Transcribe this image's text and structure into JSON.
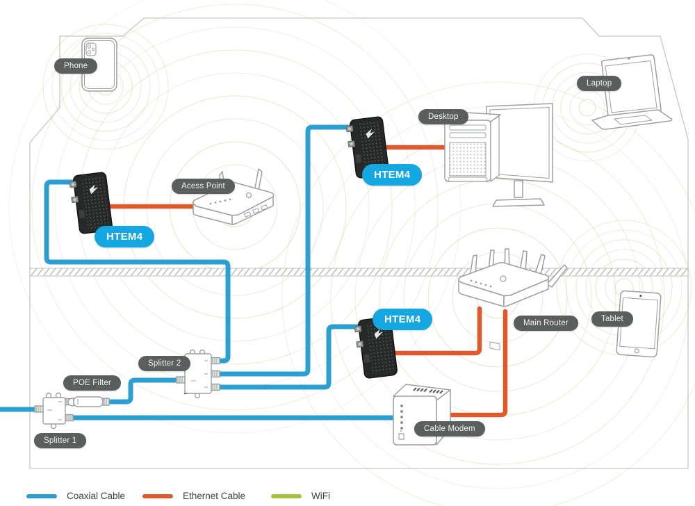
{
  "device_labels": {
    "phone": "Phone",
    "laptop": "Laptop",
    "desktop": "Desktop",
    "access_point": "Acess Point",
    "htem4_left": "HTEM4",
    "htem4_top": "HTEM4",
    "htem4_bottom": "HTEM4",
    "main_router": "Main Router",
    "tablet": "Tablet",
    "cable_modem": "Cable Modem",
    "splitter_1": "Splitter 1",
    "splitter_2": "Splitter 2",
    "poe_filter": "POE Filter"
  },
  "legend": {
    "items": [
      {
        "name": "coaxial",
        "label": "Coaxial Cable",
        "color": "#2b9fd1"
      },
      {
        "name": "ethernet",
        "label": "Ethernet Cable",
        "color": "#e0592b"
      },
      {
        "name": "wifi",
        "label": "WiFi",
        "color": "#a4c23c"
      }
    ]
  },
  "colors": {
    "coaxial_cable": "#2b9fd1",
    "ethernet_cable": "#e0592b",
    "wifi_ripple": "#c8d399",
    "label_pill_bg": "#5a5f5d",
    "htem4_pill_bg": "#15a7e1",
    "house_outline": "#c6c8c2",
    "device_outline": "#a2a8a5",
    "adapter_body": "#262928"
  }
}
